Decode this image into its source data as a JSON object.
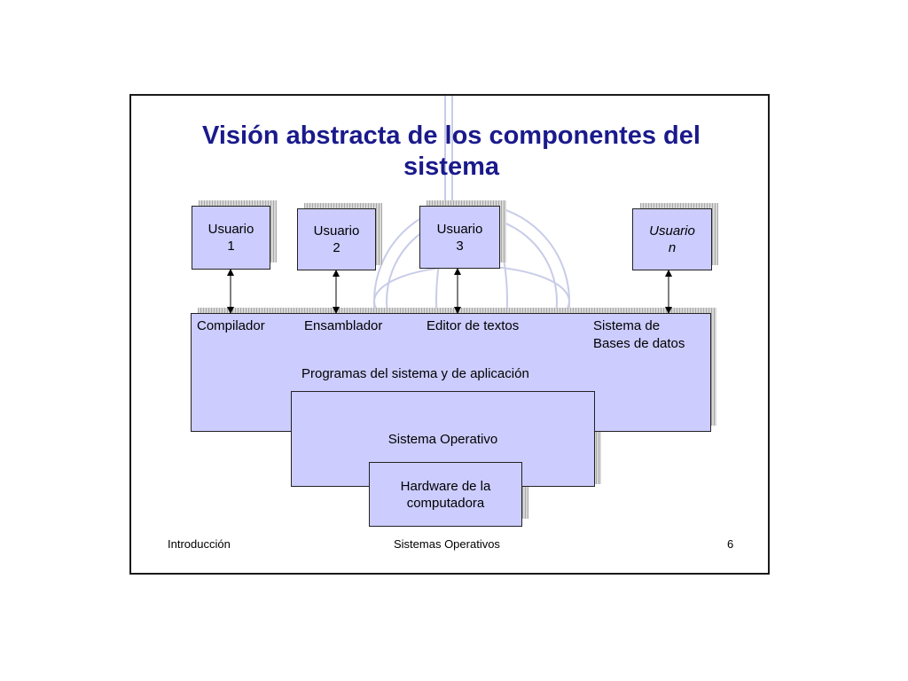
{
  "title": {
    "line1": "Visión abstracta de los componentes del",
    "line2": "sistema"
  },
  "users": [
    {
      "line1": "Usuario",
      "line2": "1"
    },
    {
      "line1": "Usuario",
      "line2": "2"
    },
    {
      "line1": "Usuario",
      "line2": "3"
    },
    {
      "line1": "Usuario",
      "line2": "n"
    }
  ],
  "programs": {
    "compilador": "Compilador",
    "ensamblador": "Ensamblador",
    "editor": "Editor de textos",
    "db_line1": "Sistema de",
    "db_line2": "Bases de datos",
    "caption": "Programas del sistema y de aplicación"
  },
  "os": {
    "label": "Sistema Operativo"
  },
  "hardware": {
    "line1": "Hardware de la",
    "line2": "computadora"
  },
  "footer": {
    "left": "Introducción",
    "center": "Sistemas Operativos",
    "right": "6"
  },
  "colors": {
    "box_fill": "#ccccff",
    "title": "#1a1a8c",
    "watermark": "#c8cce8"
  }
}
